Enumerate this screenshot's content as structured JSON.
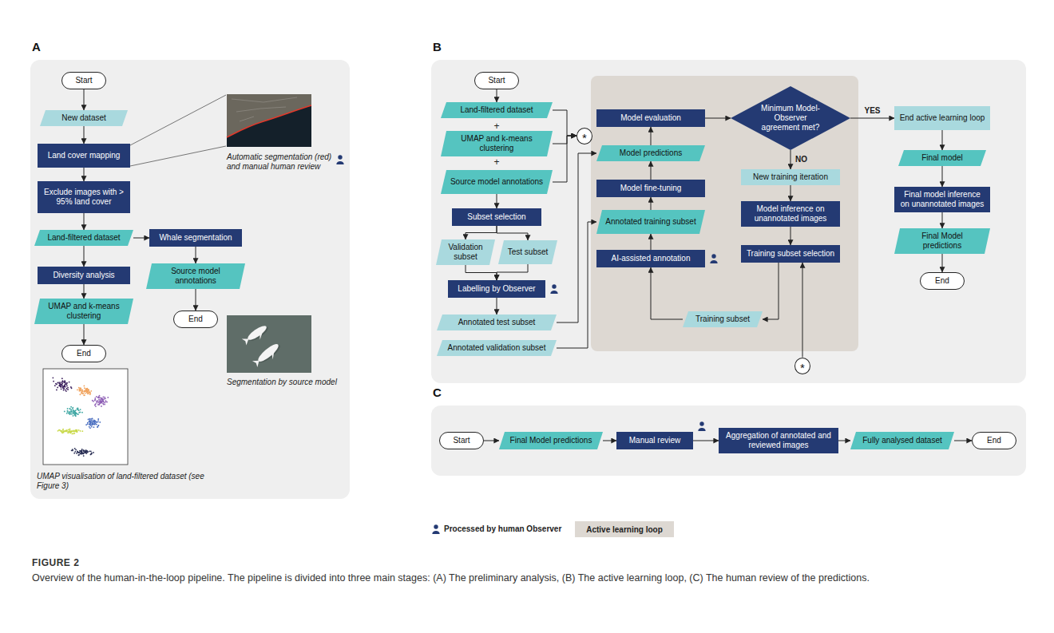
{
  "diagram": {
    "title": "FIGURE 2",
    "caption": "Overview of the human-in-the-loop pipeline. The pipeline is divided into three main stages: (A) The preliminary analysis, (B) The active learning loop, (C) The human review of the predictions.",
    "nodes": [
      {
        "text": [
          "A"
        ]
      },
      {
        "text": [
          "Start"
        ],
        "in": 0
      },
      {
        "text": [
          "New dataset"
        ],
        "in": 0
      },
      {
        "text": [
          "Land cover mapping"
        ],
        "in": 0
      },
      {
        "text": [
          "Exclude images with > 95% land cover"
        ],
        "in": 0
      },
      {
        "text": [
          "Land-filtered dataset"
        ],
        "in": 0
      },
      {
        "text": [
          "Diversity analysis"
        ],
        "in": 0
      },
      {
        "text": [
          "UMAP and k-means clustering"
        ],
        "in": 0
      },
      {
        "text": [
          "End"
        ],
        "in": 0
      },
      {
        "text": [
          "Whale segmentation"
        ],
        "in": 0
      },
      {
        "text": [
          "Source model annotations"
        ],
        "in": 0
      },
      {
        "text": [
          "End"
        ],
        "in": 0
      },
      {
        "text": [
          "B"
        ]
      },
      {
        "text": [
          "Start"
        ],
        "in": 12
      },
      {
        "text": [
          "Land-filtered dataset"
        ],
        "in": 12
      },
      {
        "text": [
          "UMAP and k-means clustering"
        ],
        "in": 12
      },
      {
        "text": [
          "Source model annotations"
        ],
        "in": 12
      },
      {
        "text": [
          "*"
        ],
        "in": 12
      },
      {
        "text": [
          "Subset selection"
        ],
        "in": 12
      },
      {
        "text": [
          "Validation subset"
        ],
        "in": 12
      },
      {
        "text": [
          "Test subset"
        ],
        "in": 12
      },
      {
        "text": [
          "Labelling by Observer"
        ],
        "in": 12
      },
      {
        "text": [
          "Annotated test subset"
        ],
        "in": 12
      },
      {
        "text": [
          "Annotated validation subset"
        ],
        "in": 12
      },
      {
        "text": [
          "Model evaluation"
        ],
        "in": 12
      },
      {
        "text": [
          "Model predictions"
        ],
        "in": 12
      },
      {
        "text": [
          "Model fine-tuning"
        ],
        "in": 12
      },
      {
        "text": [
          "Annotated training subset"
        ],
        "in": 12
      },
      {
        "text": [
          "AI-assisted annotation"
        ],
        "in": 12
      },
      {
        "text": [
          "Training subset"
        ],
        "in": 12
      },
      {
        "text": [
          "Minimum Model-Observer agreement met?"
        ],
        "in": 12
      },
      {
        "text": [
          "New training iteration"
        ],
        "in": 12
      },
      {
        "text": [
          "Model inference on unannotated images"
        ],
        "in": 12
      },
      {
        "text": [
          "Training subset selection"
        ],
        "in": 12
      },
      {
        "text": [
          "*"
        ],
        "in": 12
      },
      {
        "text": [
          "End active learning loop"
        ],
        "in": 12
      },
      {
        "text": [
          "Final model"
        ],
        "in": 12
      },
      {
        "text": [
          "Final model inference on unannotated images"
        ],
        "in": 12
      },
      {
        "text": [
          "Final Model predictions"
        ],
        "in": 12
      },
      {
        "text": [
          "End"
        ],
        "in": 12
      },
      {
        "text": [
          "C"
        ]
      },
      {
        "text": [
          "Start"
        ],
        "in": 40
      },
      {
        "text": [
          "Final Model predictions"
        ],
        "in": 40
      },
      {
        "text": [
          "Manual review"
        ],
        "in": 40
      },
      {
        "text": [
          "Aggregation of annotated and reviewed images"
        ],
        "in": 40
      },
      {
        "text": [
          "Fully analysed dataset"
        ],
        "in": 40
      },
      {
        "text": [
          "End"
        ],
        "in": 40
      }
    ],
    "edges": [
      {
        "from": 1,
        "to": 2,
        "arrow": "to"
      },
      {
        "from": 2,
        "to": 3,
        "arrow": "to"
      },
      {
        "from": 3,
        "to": 4,
        "arrow": "to"
      },
      {
        "from": 4,
        "to": 5,
        "arrow": "to"
      },
      {
        "from": 5,
        "to": 6,
        "arrow": "to"
      },
      {
        "from": 6,
        "to": 7,
        "arrow": "to"
      },
      {
        "from": 7,
        "to": 8,
        "arrow": "to"
      },
      {
        "from": 5,
        "to": 9,
        "arrow": "to"
      },
      {
        "from": 9,
        "to": 10,
        "arrow": "to"
      },
      {
        "from": 10,
        "to": 11,
        "arrow": "to"
      },
      {
        "from": 13,
        "to": 14,
        "arrow": "to"
      },
      {
        "from": 14,
        "to": 17,
        "arrow": "to"
      },
      {
        "from": 15,
        "to": 17,
        "arrow": "to"
      },
      {
        "from": 16,
        "to": 17,
        "arrow": "to"
      },
      {
        "from": 16,
        "to": 18,
        "arrow": "to"
      },
      {
        "from": 18,
        "to": 19,
        "arrow": "to"
      },
      {
        "from": 18,
        "to": 20,
        "arrow": "to"
      },
      {
        "from": 19,
        "to": 21,
        "arrow": "to"
      },
      {
        "from": 20,
        "to": 21,
        "arrow": "to"
      },
      {
        "from": 21,
        "to": 22,
        "arrow": "to"
      },
      {
        "from": 22,
        "to": 25,
        "arrow": "to"
      },
      {
        "from": 23,
        "to": 27,
        "arrow": "to"
      },
      {
        "from": 25,
        "to": 24,
        "arrow": "to"
      },
      {
        "from": 26,
        "to": 25,
        "arrow": "to"
      },
      {
        "from": 27,
        "to": 26,
        "arrow": "to"
      },
      {
        "from": 28,
        "to": 27,
        "arrow": "to"
      },
      {
        "from": 29,
        "to": 28,
        "arrow": "to"
      },
      {
        "from": 24,
        "to": 30,
        "arrow": "to"
      },
      {
        "from": 30,
        "to": 35,
        "label": "YES",
        "arrow": "to"
      },
      {
        "from": 30,
        "to": 31,
        "label": "NO",
        "arrow": "to"
      },
      {
        "from": 31,
        "to": 32,
        "arrow": "to"
      },
      {
        "from": 32,
        "to": 33,
        "arrow": "to"
      },
      {
        "from": 33,
        "to": 29,
        "arrow": "to"
      },
      {
        "from": 34,
        "to": 33,
        "arrow": "to"
      },
      {
        "from": 35,
        "to": 36,
        "arrow": "to"
      },
      {
        "from": 36,
        "to": 37,
        "arrow": "to"
      },
      {
        "from": 37,
        "to": 38,
        "arrow": "to"
      },
      {
        "from": 38,
        "to": 39,
        "arrow": "to"
      },
      {
        "from": 41,
        "to": 42,
        "arrow": "to"
      },
      {
        "from": 42,
        "to": 43,
        "arrow": "to"
      },
      {
        "from": 43,
        "to": 44,
        "arrow": "to"
      },
      {
        "from": 44,
        "to": 45,
        "arrow": "to"
      },
      {
        "from": 45,
        "to": 46,
        "arrow": "to"
      }
    ],
    "labels": [
      "Automatic segmentation (red) and manual human review",
      "Segmentation by source model",
      "UMAP visualisation of land-filtered dataset (see Figure 3)",
      "+",
      "+"
    ],
    "legend": [
      {
        "text": "Processed by human Observer"
      },
      {
        "text": "Active learning loop",
        "color": "#ddd8d2"
      }
    ]
  }
}
